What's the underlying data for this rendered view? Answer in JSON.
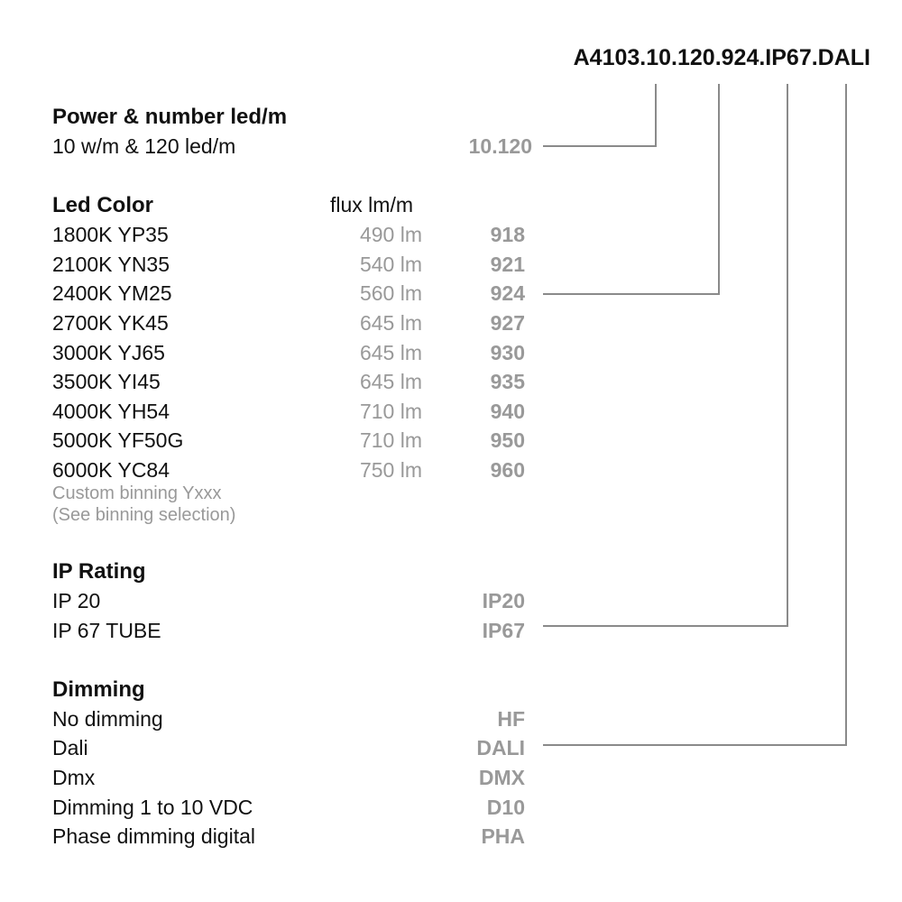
{
  "product_code": "A4103.10.120.924.IP67.DALI",
  "sections": {
    "power": {
      "heading": "Power & number led/m",
      "rows": [
        {
          "label": "10 w/m & 120 led/m",
          "code": "10.120"
        }
      ]
    },
    "led_color": {
      "heading": "Led Color",
      "flux_heading": "flux lm/m",
      "rows": [
        {
          "label": "1800K YP35",
          "flux": "490 lm",
          "code": "918"
        },
        {
          "label": "2100K YN35",
          "flux": "540 lm",
          "code": "921"
        },
        {
          "label": "2400K YM25",
          "flux": "560 lm",
          "code": "924"
        },
        {
          "label": "2700K YK45",
          "flux": "645 lm",
          "code": "927"
        },
        {
          "label": "3000K YJ65",
          "flux": "645 lm",
          "code": "930"
        },
        {
          "label": "3500K YI45",
          "flux": "645 lm",
          "code": "935"
        },
        {
          "label": "4000K YH54",
          "flux": "710 lm",
          "code": "940"
        },
        {
          "label": "5000K YF50G",
          "flux": "710 lm",
          "code": "950"
        },
        {
          "label": "6000K YC84",
          "flux": "750 lm",
          "code": "960"
        }
      ],
      "note_line1": "Custom binning Yxxx",
      "note_line2": "(See binning selection)"
    },
    "ip_rating": {
      "heading": "IP Rating",
      "rows": [
        {
          "label": "IP 20",
          "code": "IP20"
        },
        {
          "label": "IP 67 TUBE",
          "code": "IP67"
        }
      ]
    },
    "dimming": {
      "heading": "Dimming",
      "rows": [
        {
          "label": "No dimming",
          "code": "HF"
        },
        {
          "label": "Dali",
          "code": "DALI"
        },
        {
          "label": "Dmx",
          "code": "DMX"
        },
        {
          "label": "Dimming 1 to 10 VDC",
          "code": "D10"
        },
        {
          "label": "Phase dimming digital",
          "code": "PHA"
        }
      ]
    }
  },
  "colors": {
    "text": "#111111",
    "muted": "#999999",
    "connector": "#8a8a8a"
  }
}
